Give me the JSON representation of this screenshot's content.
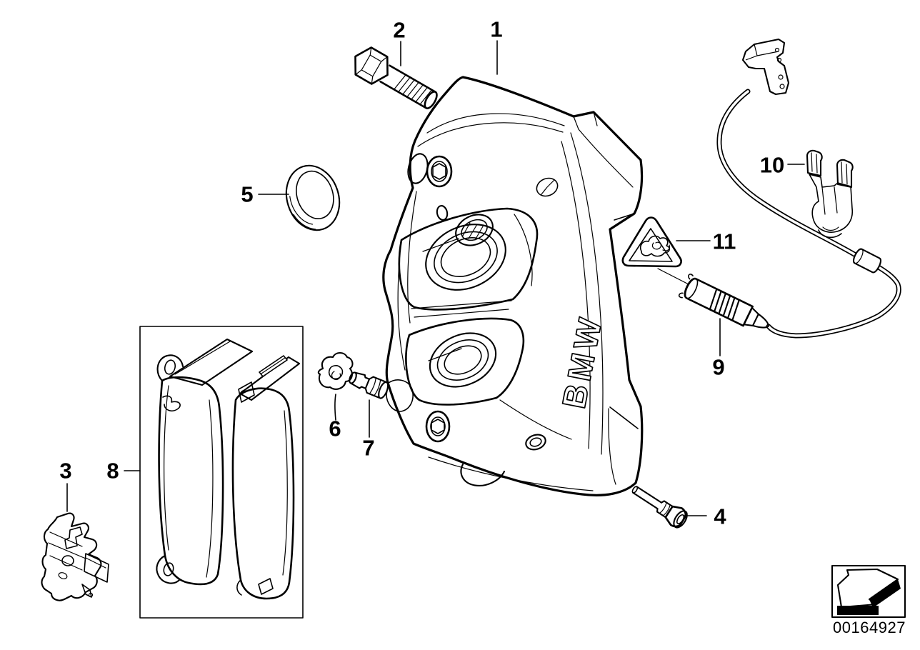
{
  "diagram": {
    "type": "parts-diagram",
    "background_color": "#ffffff",
    "line_color": "#000000",
    "callouts": [
      {
        "label": "1",
        "target": "brake-caliper"
      },
      {
        "label": "2",
        "target": "hex-bolt"
      },
      {
        "label": "3",
        "target": "retaining-spring-clip"
      },
      {
        "label": "4",
        "target": "guide-screw"
      },
      {
        "label": "5",
        "target": "seal-ring"
      },
      {
        "label": "6",
        "target": "dust-cap"
      },
      {
        "label": "7",
        "target": "bleeder-valve"
      },
      {
        "label": "8",
        "target": "brake-pad-set"
      },
      {
        "label": "9",
        "target": "wear-sensor"
      },
      {
        "label": "10",
        "target": "sensor-cable-bracket"
      },
      {
        "label": "11",
        "target": "warning-triangle"
      }
    ],
    "caliper_logo_text": "BMW",
    "footer": {
      "image_number": "00164927"
    }
  }
}
